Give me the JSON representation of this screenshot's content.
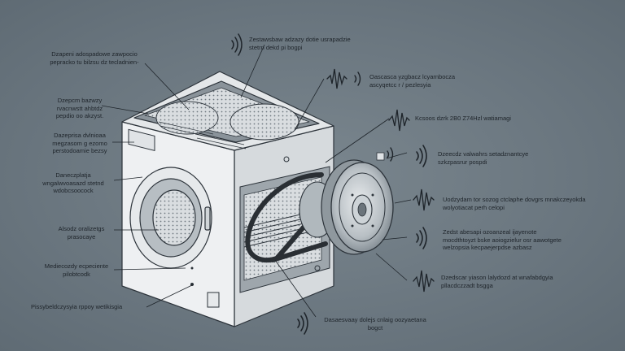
{
  "labels": {
    "l1": "Dzapeni adospadowe zawpocio\npepracko tu bilzsu dz tecladnien-",
    "l2": "Dzepcm bazwzy\nrvacnwstt ahbtdz\npepdio oo akzyst.",
    "l3": "Dazeprisa dvlnioaa\nmegzasom g ezomo\nperstodoamie bezsy",
    "l4": "Daneczplatja\nwngalwvoasazd stetnd\nwdobcsoocock",
    "l5": "Alsodz oralizetgs\nprasocaye",
    "l6": "Mediecozdy ecpeciente\npilobtcodk",
    "l7": "Pissybeldczysyia rppoy wetikisgia",
    "r1": "Zestawsbaw adzazy dotie usrapadzie\nstetrn dekd pi bogpi",
    "r2": "Oascasca yzgbacz lcyarnbocza\nascyqetcc r / pezlesyia",
    "r3": "Kcsoos dzrk 2B0 Z74Hzl watiamagi",
    "r4": "Dzeecdz valwahrs setadznantcye\nszkzpasrur pospdi",
    "r5": "Uodzydam tor sozog ctclaphe dovgrs mnakczeyokda\nwolyotiacat perh celopi",
    "r6": "Zedst abesapi ozoanzeal ijayenote\nmocdthtoyzt bske aoiogzielur osr aawotgete\nwelzopsia kecpaejerpdse azbasz",
    "r7": "Dzedscar yiason lalydozd at wnafabdgyia\npllacdczzadt bsgga",
    "b1": "Dasaesvaay dolejs cnlaig oozyaetana\nbogct"
  }
}
